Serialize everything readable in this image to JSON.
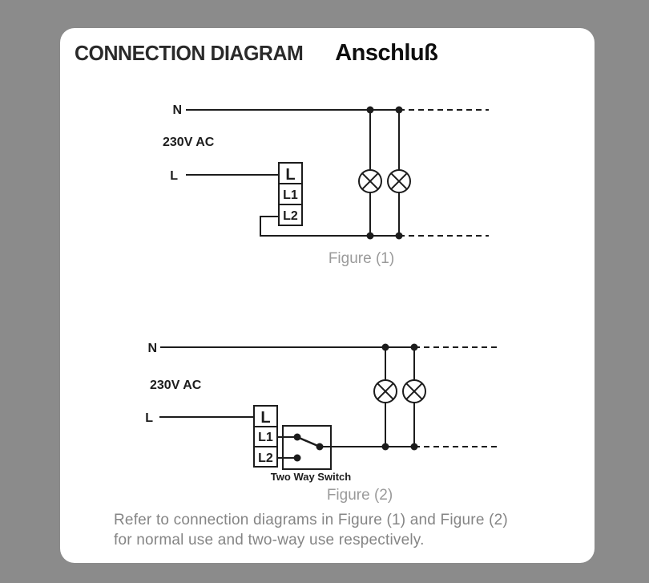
{
  "header": {
    "title_en": "CONNECTION DIAGRAM",
    "title_de": "Anschluß"
  },
  "figure1": {
    "caption": "Figure (1)",
    "labels": {
      "neutral": "N",
      "voltage": "230V AC",
      "live": "L"
    },
    "terminals": [
      "L",
      "L1",
      "L2"
    ],
    "lamp_count": 2
  },
  "figure2": {
    "caption": "Figure (2)",
    "labels": {
      "neutral": "N",
      "voltage": "230V AC",
      "live": "L"
    },
    "terminals": [
      "L",
      "L1",
      "L2"
    ],
    "switch_label": "Two Way Switch",
    "lamp_count": 2
  },
  "footer": {
    "note_line1": "Refer to connection diagrams in Figure (1) and Figure (2)",
    "note_line2": "for normal use and two-way use respectively."
  },
  "colors": {
    "background": "#8b8b8b",
    "card": "#ffffff",
    "line": "#1c1c1c",
    "caption": "#9a9a9a",
    "note": "#858585"
  }
}
